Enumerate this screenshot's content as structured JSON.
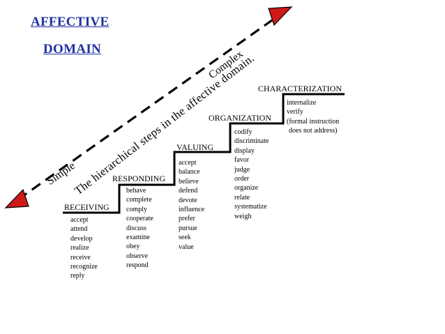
{
  "title": {
    "line1": "AFFECTIVE",
    "line2": "DOMAIN",
    "color": "#1f2f9f"
  },
  "diagonal": {
    "simple_label": "Simple",
    "complex_label": "Complex",
    "caption": "The hierarchical steps in the affective domain.",
    "arrow_color": "#d01a1a"
  },
  "levels": [
    {
      "name": "RECEIVING",
      "verbs": [
        "accept",
        "attend",
        "develop",
        "realize",
        "receive",
        "recognize",
        "reply"
      ]
    },
    {
      "name": "RESPONDING",
      "verbs": [
        "behave",
        "complete",
        "comply",
        "cooperate",
        "discuss",
        "examine",
        "obey",
        "observe",
        "respond"
      ]
    },
    {
      "name": "VALUING",
      "verbs": [
        "accept",
        "balance",
        "believe",
        "defend",
        "devote",
        "influence",
        "prefer",
        "pursue",
        "seek",
        "value"
      ]
    },
    {
      "name": "ORGANIZATION",
      "verbs": [
        "codify",
        "discriminate",
        "display",
        "favor",
        "judge",
        "order",
        "organize",
        "relate",
        "systematize",
        "weigh"
      ]
    },
    {
      "name": "CHARACTERIZATION",
      "verbs": [
        "internalize",
        "verify",
        "(formal instruction",
        "does not address)"
      ]
    }
  ]
}
